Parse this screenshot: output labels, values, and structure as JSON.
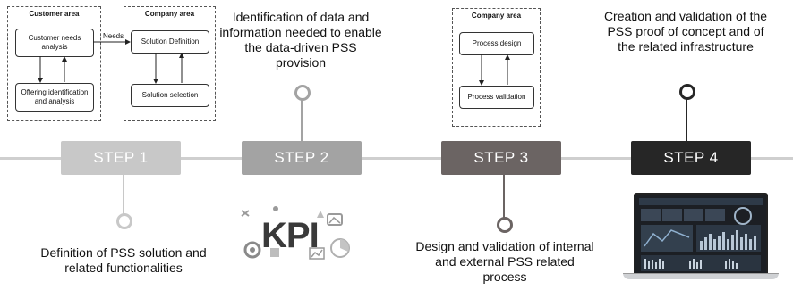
{
  "steps": [
    {
      "label": "STEP 1",
      "color": "#c8c8c8"
    },
    {
      "label": "STEP 2",
      "color": "#a3a3a3"
    },
    {
      "label": "STEP 3",
      "color": "#6b6463"
    },
    {
      "label": "STEP 4",
      "color": "#262626"
    }
  ],
  "captions": {
    "step1": [
      "Definition of PSS solution and",
      "related functionalities"
    ],
    "step2": [
      "Identification of data and",
      "information needed to enable",
      "the data-driven PSS",
      "provision"
    ],
    "step3": [
      "Design and validation of internal",
      "and external PSS related",
      "process"
    ],
    "step4": [
      "Creation and validation of the",
      "PSS proof of concept and of",
      "the related infrastructure"
    ]
  },
  "diagram1": {
    "customer_area_title": "Customer area",
    "company_area_title": "Company area",
    "customer_needs": "Customer needs analysis",
    "offering": "Offering identification and analysis",
    "needs_label": "Needs",
    "solution_definition": "Solution Definition",
    "solution_selection": "Solution selection"
  },
  "diagram3": {
    "company_area_title": "Company area",
    "process_design": "Process design",
    "process_validation": "Process validation"
  },
  "kpi_image": {
    "text": "KPI"
  }
}
